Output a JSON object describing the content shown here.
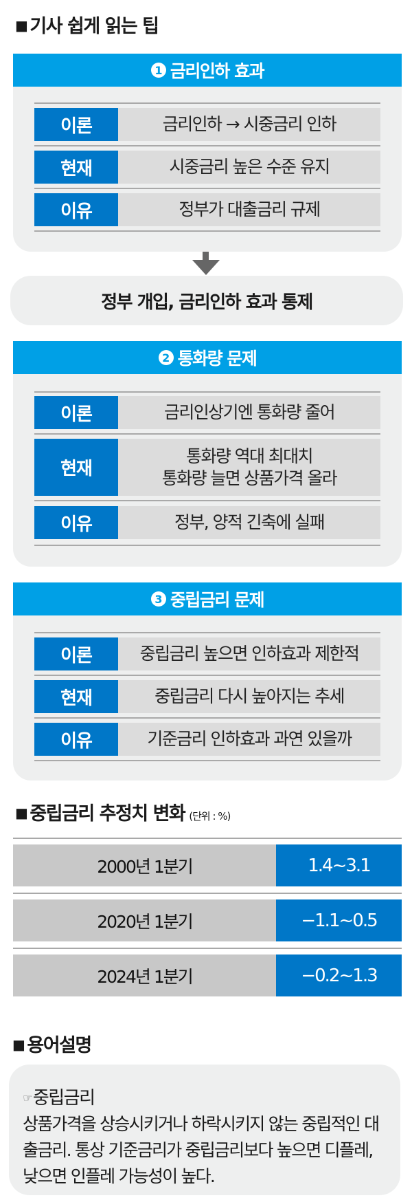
{
  "title": {
    "bullet": "■",
    "text": "기사 쉽게 읽는 팁"
  },
  "sections": [
    {
      "number": "1",
      "title": "금리인하 효과",
      "rows": [
        {
          "label": "이론",
          "lines": [
            "금리인하 → 시중금리 인하"
          ]
        },
        {
          "label": "현재",
          "lines": [
            "시중금리 높은 수준 유지"
          ]
        },
        {
          "label": "이유",
          "lines": [
            "정부가 대출금리 규제"
          ]
        }
      ]
    },
    {
      "number": "2",
      "title": "통화량 문제",
      "rows": [
        {
          "label": "이론",
          "lines": [
            "금리인상기엔 통화량 줄어"
          ]
        },
        {
          "label": "현재",
          "lines": [
            "통화량 역대 최대치",
            "통화량 늘면 상품가격 올라"
          ]
        },
        {
          "label": "이유",
          "lines": [
            "정부, 양적 긴축에 실패"
          ]
        }
      ]
    },
    {
      "number": "3",
      "title": "중립금리 문제",
      "rows": [
        {
          "label": "이론",
          "lines": [
            "중립금리 높으면 인하효과 제한적"
          ]
        },
        {
          "label": "현재",
          "lines": [
            "중립금리 다시 높아지는 추세"
          ]
        },
        {
          "label": "이유",
          "lines": [
            "기준금리 인하효과 과연 있을까"
          ]
        }
      ]
    }
  ],
  "conclusion": {
    "icon": "down-arrow",
    "text": "정부 개입, 금리인하 효과 통제"
  },
  "estimates": {
    "bullet": "■",
    "title": "중립금리 추정치 변화",
    "unit": "(단위 : %)",
    "rows": [
      {
        "period": "2000년 1분기",
        "value": "1.4~3.1"
      },
      {
        "period": "2020년 1분기",
        "value": "−1.1~0.5"
      },
      {
        "period": "2024년 1분기",
        "value": "−0.2~1.3"
      }
    ]
  },
  "glossary": {
    "bullet": "■",
    "title": "용어설명",
    "term_icon": "☞",
    "term": "중립금리",
    "definition": "상품가격을 상승시키거나 하락시키지 않는 중립적인 대출금리. 통상 기준금리가 중립금리보다 높으면 디플레, 낮으면 인플레 가능성이 높다."
  },
  "colors": {
    "header_blue": "#00a0e6",
    "label_blue": "#0077c8",
    "panel_grey": "#eeefef",
    "cell_grey": "#dcdcdc",
    "period_grey": "#c8c8c8",
    "arrow_grey": "#666666"
  }
}
